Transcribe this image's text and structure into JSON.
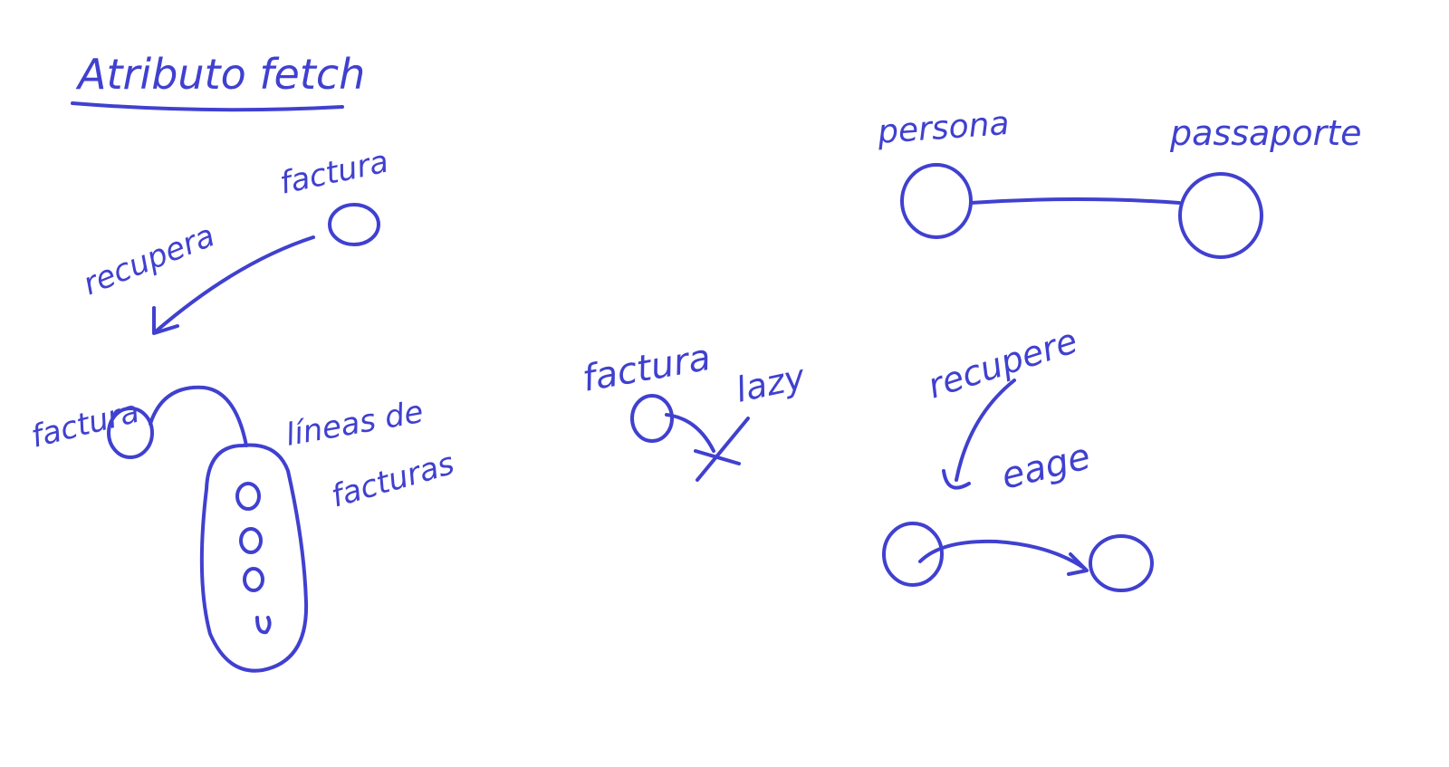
{
  "title": "Atributo fetch",
  "ink_color": "#4040d0",
  "background": "#ffffff",
  "labels": {
    "factura_top": "factura",
    "recupera": "recupera",
    "factura_left": "factura",
    "lineas_de": "líneas de",
    "facturas": "facturas",
    "factura_mid": "factura",
    "lazy": "lazy",
    "persona": "persona",
    "pasaporte": "passaporte",
    "recupera_right": "recupere",
    "eager": "eage"
  }
}
